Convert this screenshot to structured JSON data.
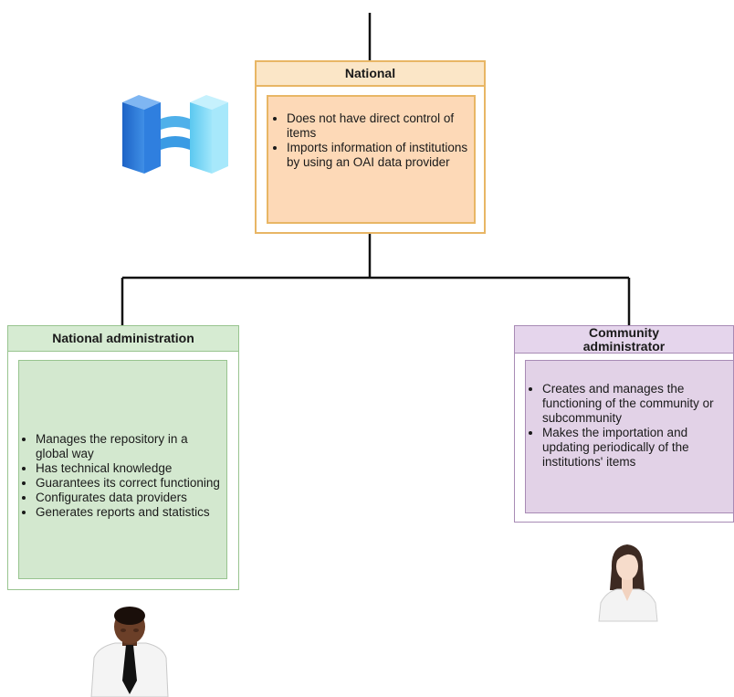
{
  "national": {
    "title": "National",
    "items": [
      "Does not have direct control of items",
      "Imports information of institutions by using an OAI data provider"
    ]
  },
  "national_admin": {
    "title": "National administration",
    "items": [
      "Manages the repository in a global way",
      "Has technical knowledge",
      "Guarantees its correct functioning",
      "Configurates data providers",
      "Generates reports and statistics"
    ]
  },
  "community_admin": {
    "title": "Community administrator",
    "items": [
      "Creates and manages the functioning of the community or subcommunity",
      "Makes the importation and updating periodically of the institutions' items"
    ]
  },
  "colors": {
    "national_header": "#fbe6c7",
    "national_border": "#e8b665",
    "national_fill": "#fdd9b7",
    "green_header": "#d6ebd2",
    "green_border": "#98c48f",
    "green_fill": "#d3e8cf",
    "purple_header": "#e5d5ec",
    "purple_border": "#a88bb5",
    "purple_fill": "#e2d2e7",
    "connector": "#111111"
  },
  "icons": [
    "database-link-icon",
    "male-user-icon",
    "female-user-icon"
  ]
}
